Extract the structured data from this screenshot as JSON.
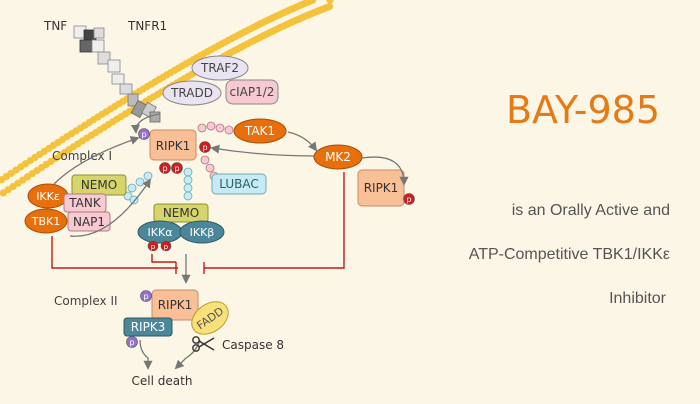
{
  "labels": {
    "tnf": "TNF",
    "tnfr1": "TNFR1",
    "traf2": "TRAF2",
    "tradd": "TRADD",
    "ciap": "cIAP1/2",
    "ripk1_main": "RIPK1",
    "tak1": "TAK1",
    "mk2": "MK2",
    "ripk1_mk2": "RIPK1",
    "complex1": "Complex I",
    "ikke": "IKKε",
    "tbk1": "TBK1",
    "nemo1": "NEMO",
    "tank": "TANK",
    "nap1": "NAP1",
    "lubac": "LUBAC",
    "nemo2": "NEMO",
    "ikka": "IKKα",
    "ikkb": "IKKβ",
    "complex2": "Complex II",
    "ripk1_c2": "RIPK1",
    "ripk3": "RIPK3",
    "fadd": "FADD",
    "caspase8": "Caspase 8",
    "cell_death": "Cell death",
    "p": "p"
  },
  "headline": {
    "title": "BAY-985",
    "line1": "is an Orally Active and",
    "line2": "ATP-Competitive TBK1/IKKε",
    "line3": "Inhibitor"
  },
  "colors": {
    "background": "#fbf6e6",
    "membrane_beads": "#f5c33b",
    "ripk1": "#f9bf97",
    "orange_node": "#e7700d",
    "nemo": "#d5d56b",
    "tank": "#f6cad0",
    "lubac": "#c6ebf4",
    "ikk": "#4b8799",
    "fadd": "#f8e07a",
    "traf": "#eae4f2",
    "phospho_red": "#cc1f1f",
    "phospho_purple": "#9670d1",
    "title": "#e47b16"
  }
}
